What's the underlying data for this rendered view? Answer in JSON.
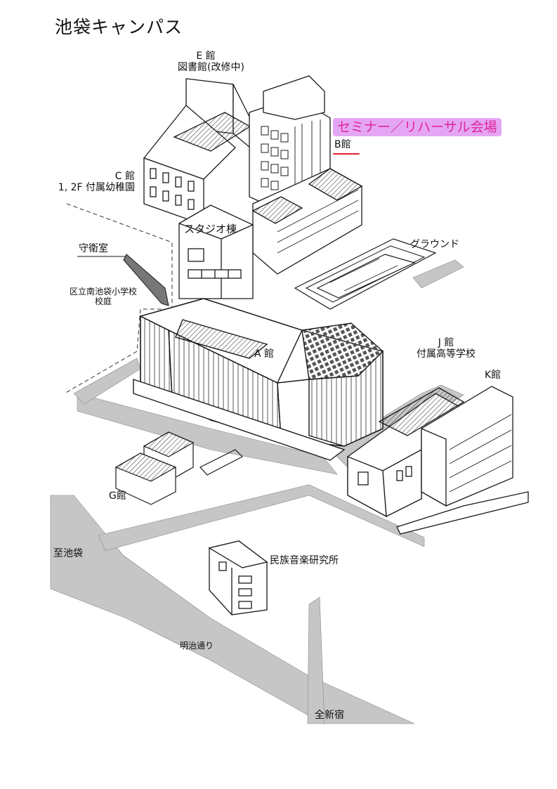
{
  "title": "池袋キャンパス",
  "highlight": {
    "text": "セミナー／リハーサル会場",
    "text_color": "#e0259a",
    "background_color": "#e4a6f4",
    "underline_color": "#e0202a"
  },
  "labels": {
    "e_building_name": "E 館",
    "e_building_desc": "図書館(改修中)",
    "b_building": "B館",
    "c_building_name": "C 館",
    "c_building_desc": "1, 2F 付属幼稚園",
    "studio": "スタジオ棟",
    "guard_room": "守衛室",
    "ground": "グラウンド",
    "school_yard_line1": "区立南池袋小学校",
    "school_yard_line2": "校庭",
    "a_building": "A 館",
    "j_building_name": "J 館",
    "j_building_desc": "付属高等学校",
    "k_building": "K館",
    "g_building": "G館",
    "to_ikebukuro": "至池袋",
    "ethnic_music": "民族音楽研究所",
    "meiji_dori": "明治通り",
    "to_shinjuku": "全新宿"
  },
  "colors": {
    "road": "#c6c6c6",
    "building_fill": "#ffffff",
    "building_stroke": "#1a1a1a",
    "hatch": "#555555"
  }
}
